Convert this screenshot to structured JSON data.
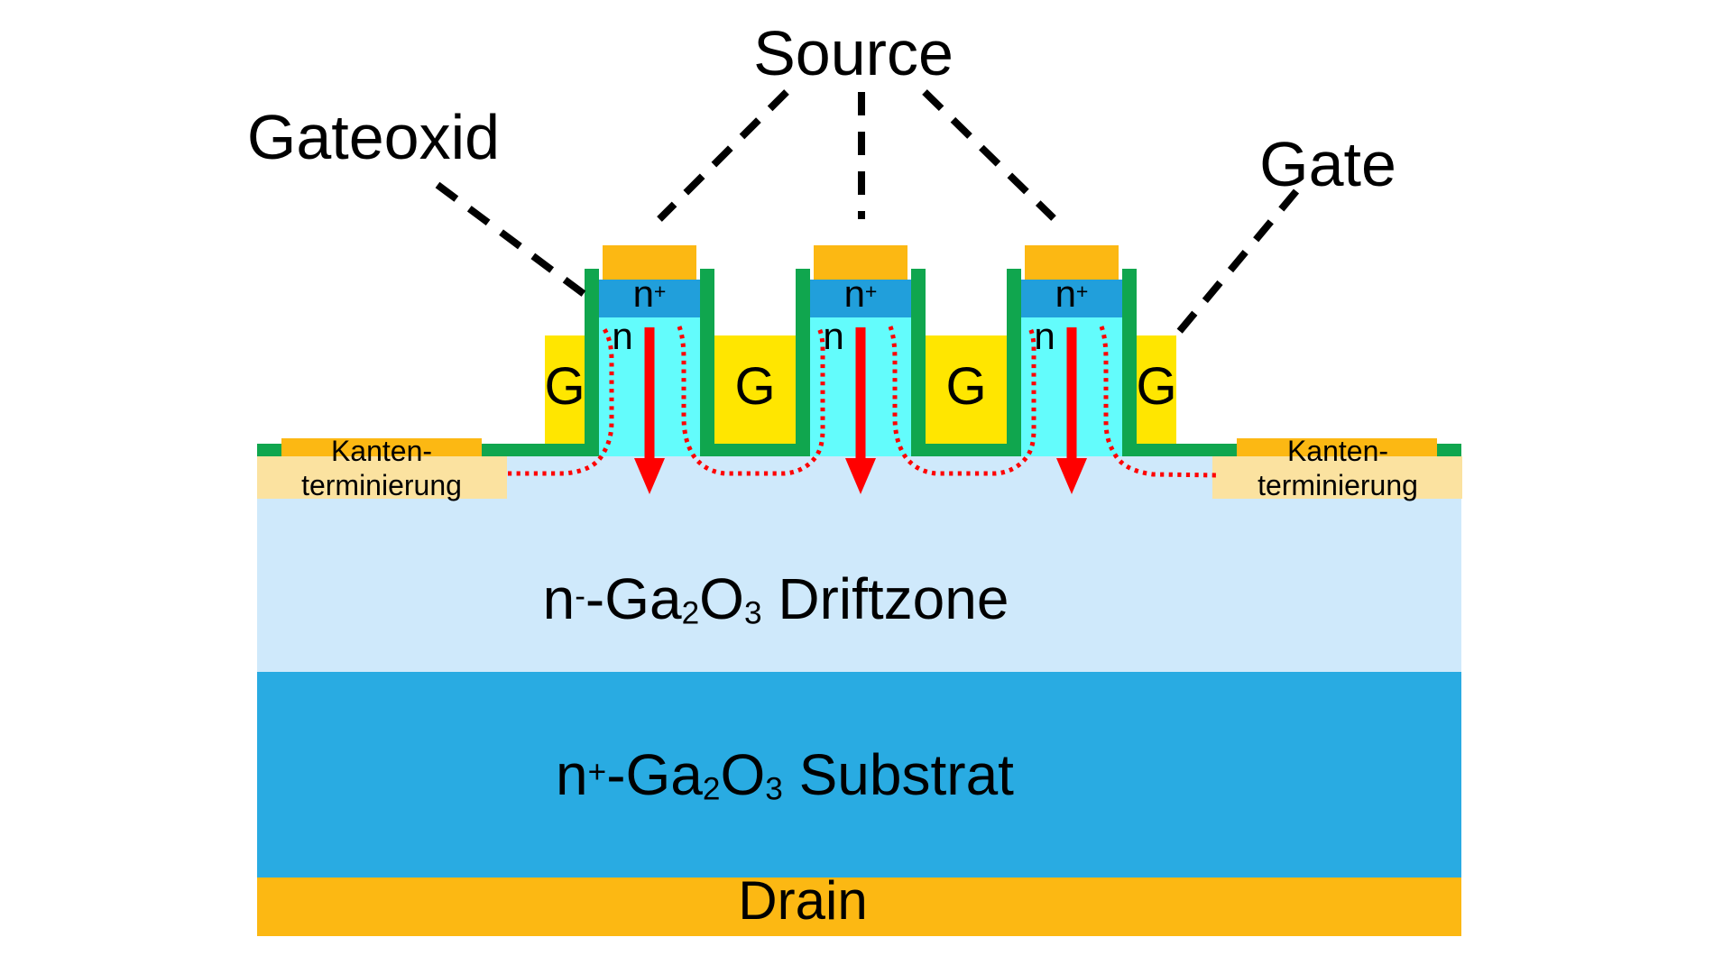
{
  "labels": {
    "source": "Source",
    "gateoxid": "Gateoxid",
    "gate": "Gate"
  },
  "gate_letter": "G",
  "fin": {
    "n_plus": "n^+^",
    "n": "n"
  },
  "edge_termination": {
    "line1": "Kanten-",
    "line2": "terminierung"
  },
  "layers": {
    "driftzone": "n^-^-Ga_2_O_3_ Driftzone",
    "substrate": "n^+^-Ga_2_O_3_ Substrat",
    "drain": "Drain"
  },
  "colors": {
    "green": "#10A64E",
    "yellow": "#FFE600",
    "cyan": "#63FCFC",
    "nplus": "#219FDB",
    "substrate": "#29ABE2",
    "driftzone": "#CFE9FB",
    "orange": "#FCB813",
    "beige": "#FBE2A0",
    "red": "#FF0000"
  }
}
